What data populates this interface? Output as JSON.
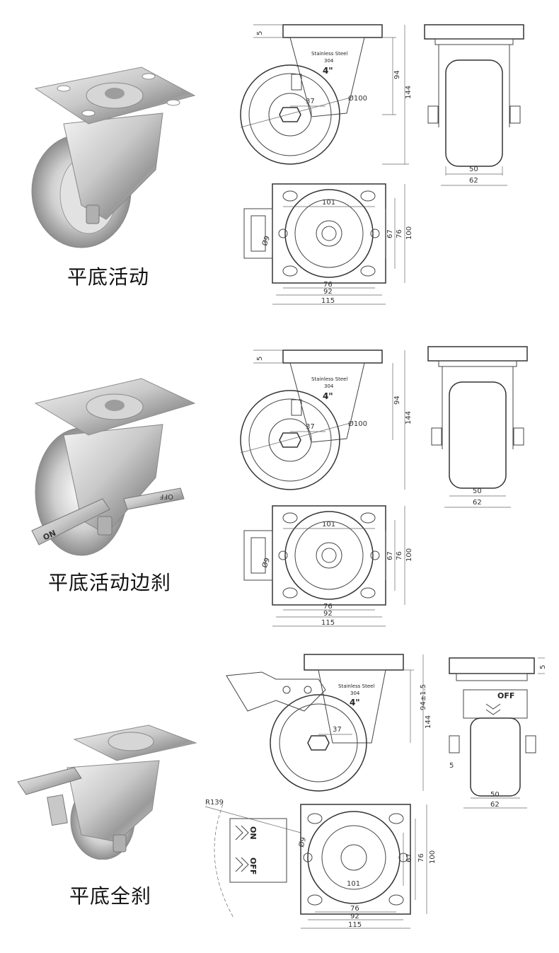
{
  "sections": [
    {
      "caption": "平底活动",
      "label": {
        "line1": "Stainless Steel",
        "line2": "304",
        "line3": "4\""
      },
      "side_dims": {
        "top": "5",
        "height_a": "94",
        "height_b": "144",
        "offset": "37",
        "diameter": "Ø100"
      },
      "front_dims": {
        "inner": "50",
        "outer": "62"
      },
      "plate_dims": {
        "w_outer": "101",
        "hole": "Ø9",
        "v1": "67",
        "v2": "76",
        "v3": "100",
        "b1": "76",
        "b2": "92",
        "b3": "115"
      }
    },
    {
      "caption": "平底活动边刹",
      "label": {
        "line1": "Stainless Steel",
        "line2": "304",
        "line3": "4\""
      },
      "brake": {
        "on": "ON",
        "off": "OFF"
      },
      "side_dims": {
        "top": "5",
        "height_a": "94",
        "height_b": "144",
        "offset": "37",
        "diameter": "Ø100"
      },
      "front_dims": {
        "inner": "50",
        "outer": "62"
      },
      "plate_dims": {
        "w_outer": "101",
        "hole": "Ø9",
        "v1": "67",
        "v2": "76",
        "v3": "100",
        "b1": "76",
        "b2": "92",
        "b3": "115"
      }
    },
    {
      "caption": "平底全刹",
      "label": {
        "line1": "Stainless Steel",
        "line2": "304",
        "line3": "4\""
      },
      "brake": {
        "on": "ON",
        "off": "OFF"
      },
      "side_dims": {
        "height_a": "94±1.5",
        "height_b": "144",
        "offset": "37"
      },
      "front_dims": {
        "top": "5",
        "left": "5",
        "inner": "50",
        "outer": "62"
      },
      "plate_dims": {
        "radius": "R139",
        "hole": "Ø9",
        "w_outer": "101",
        "v1": "67",
        "v2": "76",
        "v3": "100",
        "b1": "76",
        "b2": "92",
        "b3": "115"
      }
    }
  ]
}
